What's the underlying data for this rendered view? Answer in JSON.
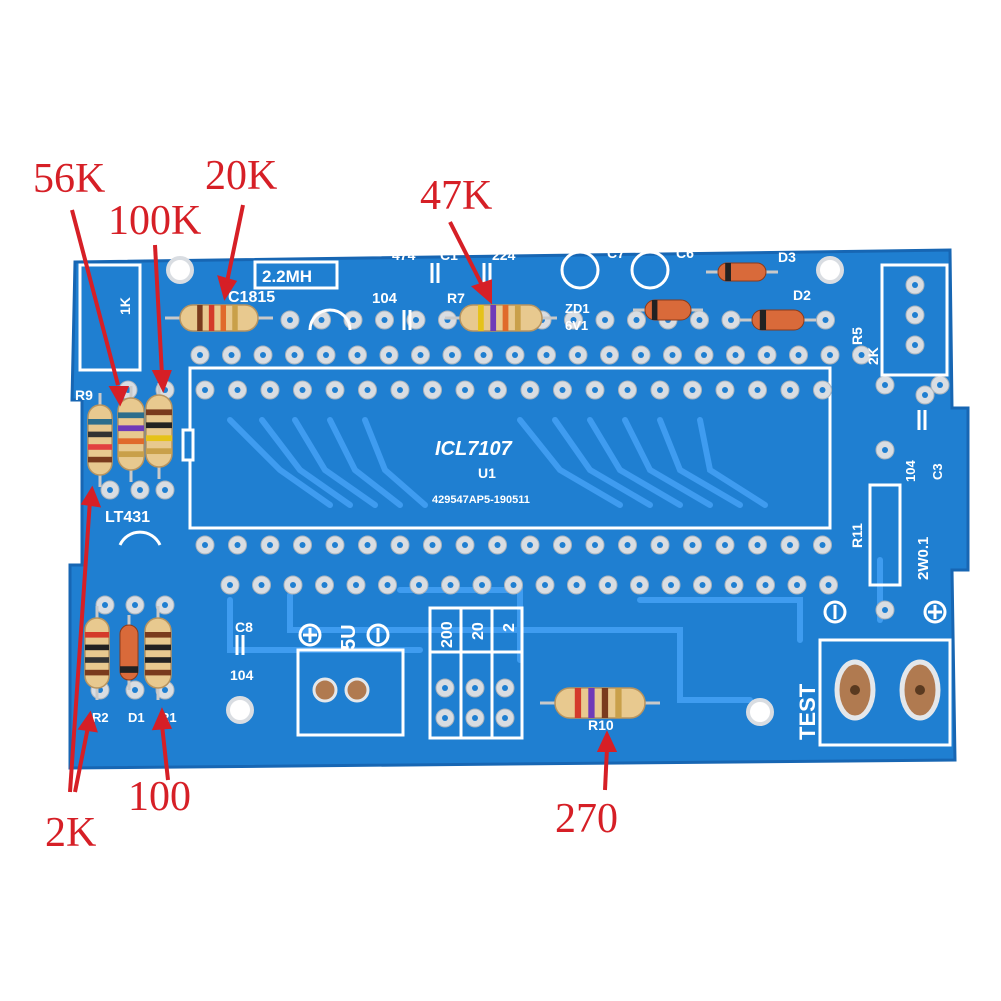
{
  "colors": {
    "background": "#ffffff",
    "board": "#1f7fd1",
    "board_edge": "#1766b3",
    "trace": "#3f9cf0",
    "silkscreen": "#ffffff",
    "pad": "#d9dde2",
    "copper_pad": "#b07a50",
    "annotation": "#d61f26"
  },
  "callouts": {
    "r56k": "56K",
    "r20k": "20K",
    "r100k": "100K",
    "r47k": "47K",
    "r2k": "2K",
    "r100": "100",
    "r270": "270"
  },
  "silk": {
    "chip_name": "ICL7107",
    "chip_ref": "U1",
    "chip_code": "429547AP5-190511",
    "inductor": "2.2MH",
    "c1815": "C1815",
    "c104_top": "104",
    "c474": "474",
    "c1": "C1",
    "c224": "224",
    "r7": "R7",
    "c7": "C7",
    "c6": "C6",
    "d3": "D3",
    "d2": "D2",
    "zd1": "ZD1",
    "zd1_val": "6V1",
    "r5": "R5",
    "r5_val": "2K",
    "r9": "R9",
    "r1k": "1K",
    "lt431": "LT431",
    "r2": "R2",
    "d1": "D1",
    "r1": "R1",
    "c8": "C8",
    "c8_val": "104",
    "power_v": "5U",
    "range_200": "200",
    "range_20": "20",
    "range_2": "2",
    "r10": "R10",
    "test": "TEST",
    "r11": "R11",
    "r11_val": "2W0.1",
    "c3": "C3",
    "c3_val": "104"
  }
}
